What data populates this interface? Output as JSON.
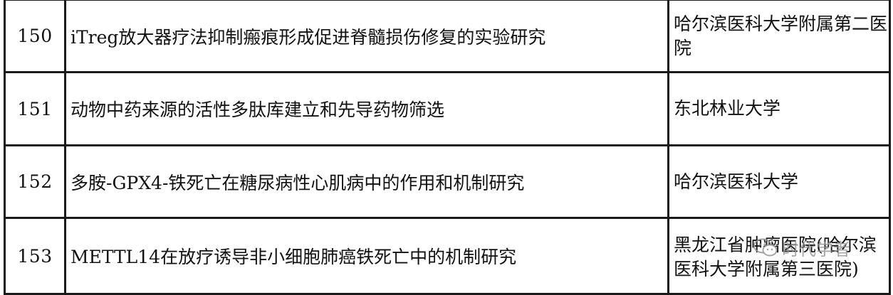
{
  "table": {
    "rows": [
      {
        "number": "150",
        "title": "iTreg放大器疗法抑制瘢痕形成促进脊髓损伤修复的实验研究",
        "institution": "哈尔滨医科大学附属第二医院"
      },
      {
        "number": "151",
        "title": "动物中药来源的活性多肽库建立和先导药物筛选",
        "institution": "东北林业大学"
      },
      {
        "number": "152",
        "title": "多胺-GPX4-铁死亡在糖尿病性心肌病中的作用和机制研究",
        "institution": "哈尔滨医科大学"
      },
      {
        "number": "153",
        "title": "METTL14在放疗诱导非小细胞肺癌铁死亡中的机制研究",
        "institution": "黑龙江省肿瘤医院(哈尔滨医科大学附属第三医院)"
      }
    ]
  },
  "watermark": {
    "text": "时代学者",
    "icon": "wechat-icon"
  }
}
